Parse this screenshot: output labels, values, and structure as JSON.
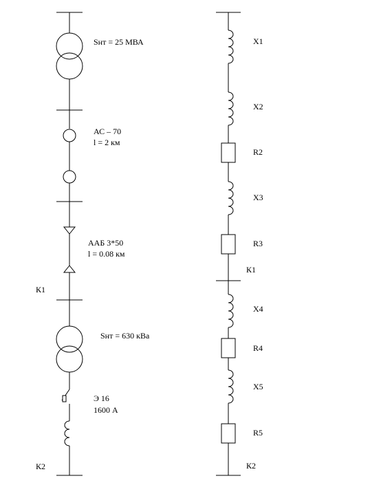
{
  "left_circuit": {
    "transformer_1": {
      "rating": "Sнт = 25 МВА"
    },
    "line_ac": {
      "type": "АС – 70",
      "length": "l = 2 км"
    },
    "cable_aab": {
      "type": "ААБ 3*50",
      "length": "l = 0.08 км"
    },
    "fault_k1": "К1",
    "transformer_2": {
      "rating": "Sнт = 630 кВа"
    },
    "breaker": {
      "type": "Э 16",
      "current": "1600 А"
    },
    "fault_k2": "К2"
  },
  "right_circuit": {
    "x1": "X1",
    "x2": "X2",
    "r2": "R2",
    "x3": "X3",
    "r3": "R3",
    "k1": "К1",
    "x4": "X4",
    "r4": "R4",
    "x5": "X5",
    "r5": "R5",
    "k2": "К2"
  }
}
